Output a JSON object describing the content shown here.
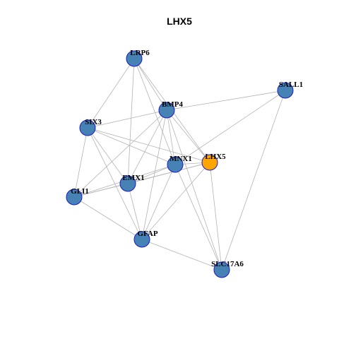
{
  "title": "LHX5",
  "colors": {
    "node_default": "#4682b4",
    "node_highlight": "#ffa500",
    "node_border": "#1a1acc",
    "edge": "#b3b3b3"
  },
  "nodes": [
    {
      "id": "LRP6",
      "label": "LRP6",
      "highlight": false
    },
    {
      "id": "SALL1",
      "label": "SALL1",
      "highlight": false
    },
    {
      "id": "BMP4",
      "label": "BMP4",
      "highlight": false
    },
    {
      "id": "SIX3",
      "label": "SIX3",
      "highlight": false
    },
    {
      "id": "MNX1",
      "label": "MNX1",
      "highlight": false
    },
    {
      "id": "LHX5",
      "label": "LHX5",
      "highlight": true
    },
    {
      "id": "EMX1",
      "label": "EMX1",
      "highlight": false
    },
    {
      "id": "GLI1",
      "label": "GLI1",
      "highlight": false
    },
    {
      "id": "GFAP",
      "label": "GFAP",
      "highlight": false
    },
    {
      "id": "SLC17A6",
      "label": "SLC17A6",
      "highlight": false
    }
  ],
  "edges": [
    [
      "LRP6",
      "BMP4"
    ],
    [
      "LRP6",
      "SIX3"
    ],
    [
      "LRP6",
      "MNX1"
    ],
    [
      "LRP6",
      "LHX5"
    ],
    [
      "LRP6",
      "EMX1"
    ],
    [
      "SALL1",
      "BMP4"
    ],
    [
      "SALL1",
      "MNX1"
    ],
    [
      "SALL1",
      "SLC17A6"
    ],
    [
      "BMP4",
      "SIX3"
    ],
    [
      "BMP4",
      "MNX1"
    ],
    [
      "BMP4",
      "LHX5"
    ],
    [
      "BMP4",
      "EMX1"
    ],
    [
      "BMP4",
      "GLI1"
    ],
    [
      "BMP4",
      "GFAP"
    ],
    [
      "BMP4",
      "SLC17A6"
    ],
    [
      "SIX3",
      "MNX1"
    ],
    [
      "SIX3",
      "LHX5"
    ],
    [
      "SIX3",
      "EMX1"
    ],
    [
      "SIX3",
      "GLI1"
    ],
    [
      "SIX3",
      "GFAP"
    ],
    [
      "MNX1",
      "LHX5"
    ],
    [
      "MNX1",
      "EMX1"
    ],
    [
      "MNX1",
      "GLI1"
    ],
    [
      "MNX1",
      "GFAP"
    ],
    [
      "MNX1",
      "SLC17A6"
    ],
    [
      "LHX5",
      "EMX1"
    ],
    [
      "LHX5",
      "GLI1"
    ],
    [
      "LHX5",
      "GFAP"
    ],
    [
      "LHX5",
      "SLC17A6"
    ],
    [
      "EMX1",
      "GLI1"
    ],
    [
      "EMX1",
      "GFAP"
    ],
    [
      "GLI1",
      "GFAP"
    ],
    [
      "GFAP",
      "SLC17A6"
    ]
  ]
}
